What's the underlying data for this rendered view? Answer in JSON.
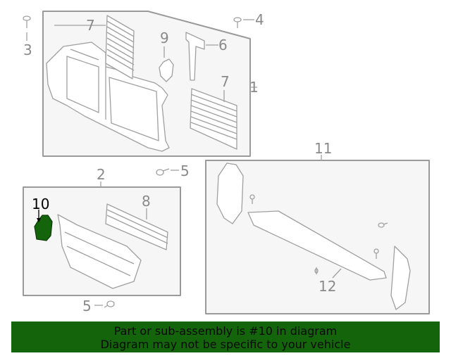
{
  "diagram": {
    "highlighted_part": "10",
    "highlight_color": "#13640a",
    "line_color": "#9a9a9a",
    "box_fill": "#f6f6f6",
    "callouts": [
      {
        "id": "1",
        "label": "1"
      },
      {
        "id": "2",
        "label": "2"
      },
      {
        "id": "3",
        "label": "3"
      },
      {
        "id": "4",
        "label": "4"
      },
      {
        "id": "5a",
        "label": "5"
      },
      {
        "id": "5b",
        "label": "5"
      },
      {
        "id": "6",
        "label": "6"
      },
      {
        "id": "7a",
        "label": "7"
      },
      {
        "id": "7b",
        "label": "7"
      },
      {
        "id": "8",
        "label": "8"
      },
      {
        "id": "9",
        "label": "9"
      },
      {
        "id": "10",
        "label": "10"
      },
      {
        "id": "11",
        "label": "11"
      },
      {
        "id": "12",
        "label": "12"
      }
    ]
  },
  "banner": {
    "line1": "Part or sub-assembly is #10 in diagram",
    "line2": "Diagram may not be specific to your vehicle",
    "background": "#13640a"
  }
}
